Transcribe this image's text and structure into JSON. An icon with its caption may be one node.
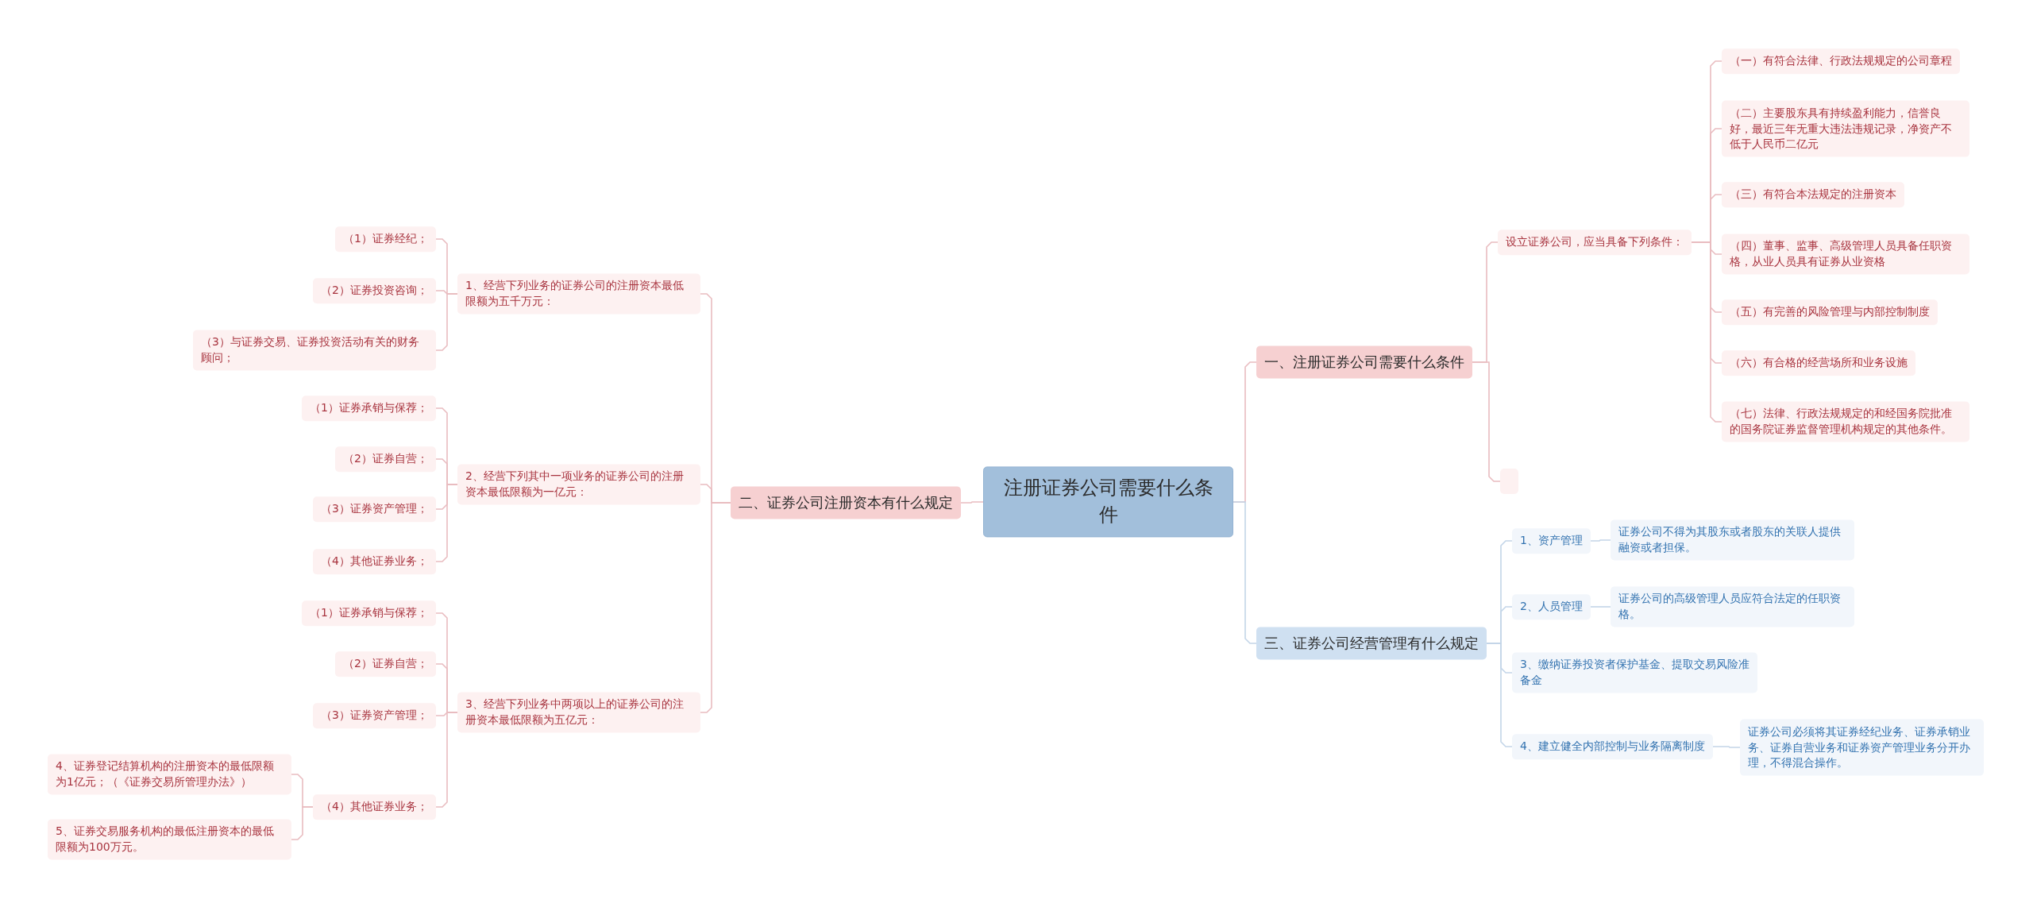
{
  "diagram": {
    "nodes": [
      {
        "text": [
          "注册证券公司需要什么条件"
        ]
      },
      {
        "text": [
          "一、注册证券公司需要什么条件"
        ]
      },
      {
        "text": [
          "设立证券公司，应当具备下列条件："
        ]
      },
      {
        "text": [
          "（一）有符合法律、行政法规规定的公司章程"
        ]
      },
      {
        "text": [
          "（二）主要股东具有持续盈利能力，信誉良好，最近三年无重大违法违规记录，净资产不低于人民币二亿元"
        ]
      },
      {
        "text": [
          "（三）有符合本法规定的注册资本"
        ]
      },
      {
        "text": [
          "（四）董事、监事、高级管理人员具备任职资格，从业人员具有证券从业资格"
        ]
      },
      {
        "text": [
          "（五）有完善的风险管理与内部控制制度"
        ]
      },
      {
        "text": [
          "（六）有合格的经营场所和业务设施"
        ]
      },
      {
        "text": [
          "（七）法律、行政法规规定的和经国务院批准的国务院证券监督管理机构规定的其他条件。"
        ]
      },
      {
        "text": [],
        "shape": "box"
      },
      {
        "text": [
          "二、证券公司注册资本有什么规定"
        ]
      },
      {
        "text": [
          "1、经营下列业务的证券公司的注册资本最低限额为五千万元："
        ]
      },
      {
        "text": [
          "（1）证券经纪；"
        ]
      },
      {
        "text": [
          "（2）证券投资咨询；"
        ]
      },
      {
        "text": [
          "（3）与证券交易、证券投资活动有关的财务顾问；"
        ]
      },
      {
        "text": [
          "2、经营下列其中一项业务的证券公司的注册资本最低限额为一亿元："
        ]
      },
      {
        "text": [
          "（1）证券承销与保荐；"
        ]
      },
      {
        "text": [
          "（2）证券自营；"
        ]
      },
      {
        "text": [
          "（3）证券资产管理；"
        ]
      },
      {
        "text": [
          "（4）其他证券业务；"
        ]
      },
      {
        "text": [
          "3、经营下列业务中两项以上的证券公司的注册资本最低限额为五亿元："
        ]
      },
      {
        "text": [
          "（1）证券承销与保荐；"
        ]
      },
      {
        "text": [
          "（2）证券自营；"
        ]
      },
      {
        "text": [
          "（3）证券资产管理；"
        ]
      },
      {
        "text": [
          "（4）其他证券业务；"
        ]
      },
      {
        "text": [
          "4、证券登记结算机构的注册资本的最低限额为1亿元；（《证券交易所管理办法》）"
        ]
      },
      {
        "text": [
          "5、证券交易服务机构的最低注册资本的最低限额为100万元。"
        ]
      },
      {
        "text": [
          "三、证券公司经营管理有什么规定"
        ]
      },
      {
        "text": [
          "1、资产管理"
        ]
      },
      {
        "text": [
          "证券公司不得为其股东或者股东的关联人提供融资或者担保。"
        ]
      },
      {
        "text": [
          "2、人员管理"
        ]
      },
      {
        "text": [
          "证券公司的高级管理人员应符合法定的任职资格。"
        ]
      },
      {
        "text": [
          "3、缴纳证券投资者保护基金、提取交易风险准备金"
        ]
      },
      {
        "text": [
          "4、建立健全内部控制与业务隔离制度"
        ]
      },
      {
        "text": [
          "证券公司必须将其证券经纪业务、证券承销业务、证券自营业务和证券资产管理业务分开办理，不得混合操作。"
        ]
      }
    ],
    "edges": [
      {
        "from": 0,
        "to": 1,
        "arrow": "none"
      },
      {
        "from": 1,
        "to": 2,
        "arrow": "none"
      },
      {
        "from": 2,
        "to": 3,
        "arrow": "none"
      },
      {
        "from": 2,
        "to": 4,
        "arrow": "none"
      },
      {
        "from": 2,
        "to": 5,
        "arrow": "none"
      },
      {
        "from": 2,
        "to": 6,
        "arrow": "none"
      },
      {
        "from": 2,
        "to": 7,
        "arrow": "none"
      },
      {
        "from": 2,
        "to": 8,
        "arrow": "none"
      },
      {
        "from": 2,
        "to": 9,
        "arrow": "none"
      },
      {
        "from": 1,
        "to": 10,
        "arrow": "none"
      },
      {
        "from": 0,
        "to": 11,
        "arrow": "none"
      },
      {
        "from": 11,
        "to": 12,
        "arrow": "none"
      },
      {
        "from": 12,
        "to": 13,
        "arrow": "none"
      },
      {
        "from": 12,
        "to": 14,
        "arrow": "none"
      },
      {
        "from": 12,
        "to": 15,
        "arrow": "none"
      },
      {
        "from": 11,
        "to": 16,
        "arrow": "none"
      },
      {
        "from": 16,
        "to": 17,
        "arrow": "none"
      },
      {
        "from": 16,
        "to": 18,
        "arrow": "none"
      },
      {
        "from": 16,
        "to": 19,
        "arrow": "none"
      },
      {
        "from": 16,
        "to": 20,
        "arrow": "none"
      },
      {
        "from": 11,
        "to": 21,
        "arrow": "none"
      },
      {
        "from": 21,
        "to": 22,
        "arrow": "none"
      },
      {
        "from": 21,
        "to": 23,
        "arrow": "none"
      },
      {
        "from": 21,
        "to": 24,
        "arrow": "none"
      },
      {
        "from": 21,
        "to": 25,
        "arrow": "none"
      },
      {
        "from": 25,
        "to": 26,
        "arrow": "none"
      },
      {
        "from": 25,
        "to": 27,
        "arrow": "none"
      },
      {
        "from": 0,
        "to": 28,
        "arrow": "none",
        "color": "#c3d5e8"
      },
      {
        "from": 28,
        "to": 29,
        "arrow": "none",
        "color": "#c3d5e8"
      },
      {
        "from": 29,
        "to": 30,
        "arrow": "none",
        "color": "#c3d5e8"
      },
      {
        "from": 28,
        "to": 31,
        "arrow": "none",
        "color": "#c3d5e8"
      },
      {
        "from": 31,
        "to": 32,
        "arrow": "none",
        "color": "#c3d5e8"
      },
      {
        "from": 28,
        "to": 33,
        "arrow": "none",
        "color": "#c3d5e8"
      },
      {
        "from": 28,
        "to": 34,
        "arrow": "none",
        "color": "#c3d5e8"
      },
      {
        "from": 34,
        "to": 35,
        "arrow": "none",
        "color": "#c3d5e8"
      }
    ]
  }
}
